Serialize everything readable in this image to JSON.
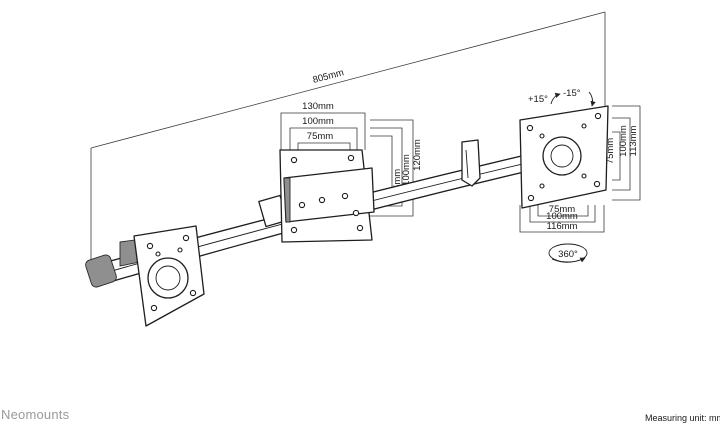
{
  "brand": {
    "name": "Neomounts"
  },
  "footer": {
    "measuring_unit": "Measuring unit: mm"
  },
  "dimensions": {
    "overall_width": "805mm",
    "plate_width": "130mm",
    "vesa_100": "100mm",
    "vesa_75": "75mm",
    "clamp_height_75": "75mm",
    "clamp_height_100": "100mm",
    "clamp_height_120": "120mm",
    "right_height_75": "75mm",
    "right_height_100": "100mm",
    "right_height_113": "113mm",
    "right_width_75": "75mm",
    "right_width_100": "100mm",
    "right_width_116": "116mm"
  },
  "rotation": {
    "tilt_up": "+15°",
    "tilt_down": "-15°",
    "swivel": "360°"
  }
}
